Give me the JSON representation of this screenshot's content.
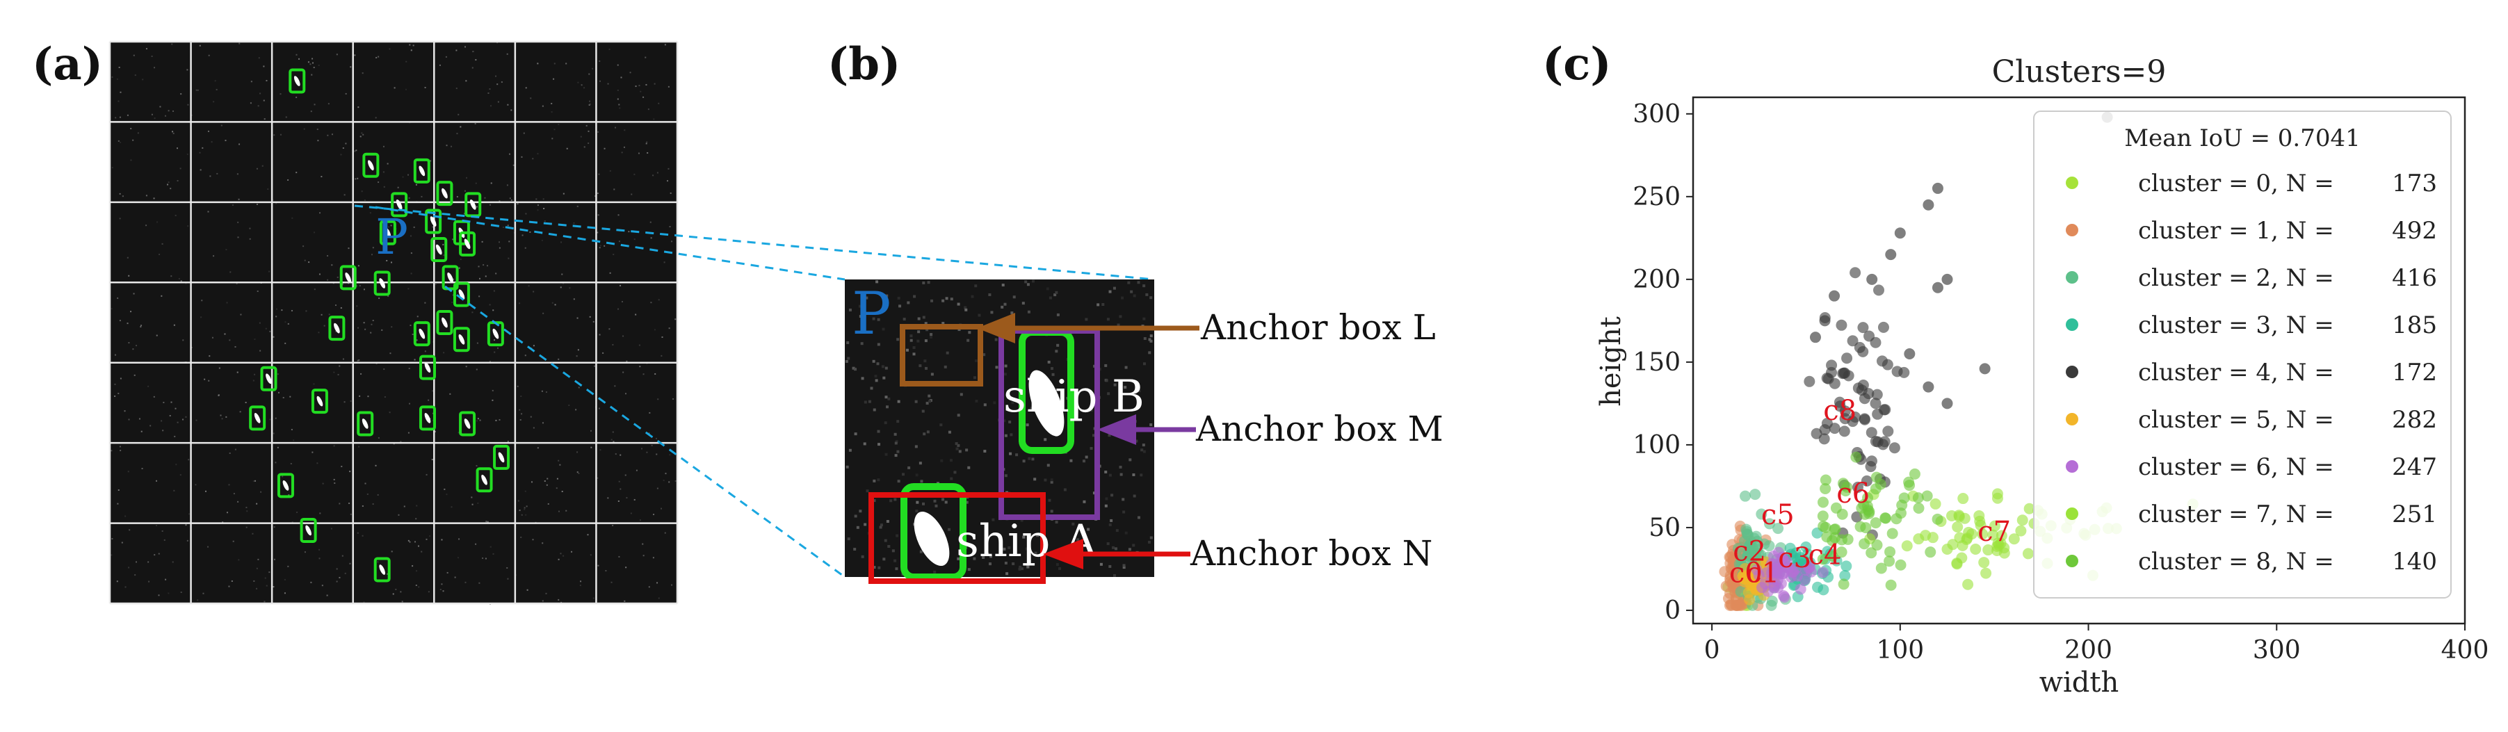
{
  "panel_labels": {
    "a": "(a)",
    "b": "(b)",
    "c": "(c)"
  },
  "panel_a": {
    "grid_rows": 7,
    "grid_cols": 7,
    "point_label": "P",
    "ship_boxes": [
      [
        0.33,
        0.07
      ],
      [
        0.46,
        0.22
      ],
      [
        0.55,
        0.23
      ],
      [
        0.59,
        0.27
      ],
      [
        0.51,
        0.29
      ],
      [
        0.64,
        0.29
      ],
      [
        0.57,
        0.32
      ],
      [
        0.62,
        0.34
      ],
      [
        0.49,
        0.34
      ],
      [
        0.63,
        0.36
      ],
      [
        0.58,
        0.37
      ],
      [
        0.42,
        0.42
      ],
      [
        0.6,
        0.42
      ],
      [
        0.48,
        0.43
      ],
      [
        0.62,
        0.45
      ],
      [
        0.4,
        0.51
      ],
      [
        0.59,
        0.5
      ],
      [
        0.55,
        0.52
      ],
      [
        0.62,
        0.53
      ],
      [
        0.68,
        0.52
      ],
      [
        0.56,
        0.58
      ],
      [
        0.28,
        0.6
      ],
      [
        0.37,
        0.64
      ],
      [
        0.26,
        0.67
      ],
      [
        0.45,
        0.68
      ],
      [
        0.56,
        0.67
      ],
      [
        0.63,
        0.68
      ],
      [
        0.31,
        0.79
      ],
      [
        0.66,
        0.78
      ],
      [
        0.69,
        0.74
      ],
      [
        0.35,
        0.87
      ],
      [
        0.48,
        0.94
      ]
    ]
  },
  "panel_b": {
    "point_label": "P",
    "ship_a_label": "ship A",
    "ship_b_label": "ship B",
    "anchor_l_label": "Anchor box L",
    "anchor_m_label": "Anchor box M",
    "anchor_n_label": "Anchor box N",
    "colors": {
      "anchor_l": "#9c5a1c",
      "anchor_m": "#7a3aa0",
      "anchor_n": "#e01010",
      "ship_box": "#22dd22",
      "dashed": "#1aa7e0"
    }
  },
  "chart_data": {
    "type": "scatter",
    "title": "Clusters=9",
    "xlabel": "width",
    "ylabel": "height",
    "xlim": [
      -10,
      400
    ],
    "ylim": [
      -8,
      310
    ],
    "xticks": [
      0,
      100,
      200,
      300,
      400
    ],
    "yticks": [
      0,
      50,
      100,
      150,
      200,
      250,
      300
    ],
    "legend_title": "Mean IoU = 0.7041",
    "legend_placement": "upper-right",
    "series": [
      {
        "name": "cluster = 0, N =",
        "count": "173",
        "color": "#a6e23a",
        "centroid_label": "c0",
        "center": [
          18,
          14
        ],
        "spread": [
          6,
          5
        ],
        "n": 50
      },
      {
        "name": "cluster = 1, N =",
        "count": "492",
        "color": "#e08a5a",
        "centroid_label": "c1",
        "center": [
          12,
          22
        ],
        "spread": [
          5,
          12
        ],
        "n": 90
      },
      {
        "name": "cluster = 2, N =",
        "count": "416",
        "color": "#5dc08a",
        "centroid_label": "c2",
        "center": [
          20,
          30
        ],
        "spread": [
          8,
          12
        ],
        "n": 80
      },
      {
        "name": "cluster = 3, N =",
        "count": "185",
        "color": "#2fbf9a",
        "centroid_label": "c3",
        "center": [
          45,
          25
        ],
        "spread": [
          10,
          8
        ],
        "n": 55
      },
      {
        "name": "cluster = 4, N =",
        "count": "172",
        "color": "#3a3a3a",
        "centroid_label": "c8",
        "center": [
          70,
          115
        ],
        "spread": [
          15,
          30
        ],
        "n": 70
      },
      {
        "name": "cluster = 5, N =",
        "count": "282",
        "color": "#f2b52a",
        "centroid_label": "c4",
        "center": [
          22,
          18
        ],
        "spread": [
          6,
          5
        ],
        "n": 55
      },
      {
        "name": "cluster = 6, N =",
        "count": "247",
        "color": "#b56ed6",
        "centroid_label": "",
        "center": [
          35,
          22
        ],
        "spread": [
          8,
          6
        ],
        "n": 50
      },
      {
        "name": "cluster = 7, N =",
        "count": "251",
        "color": "#9be23a",
        "centroid_label": "c7",
        "center": [
          130,
          45
        ],
        "spread": [
          40,
          12
        ],
        "n": 70
      },
      {
        "name": "cluster = 8, N =",
        "count": "140",
        "color": "#6ec83a",
        "centroid_label": "c6",
        "center": [
          75,
          55
        ],
        "spread": [
          20,
          15
        ],
        "n": 60
      }
    ],
    "centroid_labels": [
      {
        "text": "c8",
        "x": 68,
        "y": 115
      },
      {
        "text": "c6",
        "x": 75,
        "y": 65
      },
      {
        "text": "c5",
        "x": 35,
        "y": 52
      },
      {
        "text": "c7",
        "x": 150,
        "y": 42
      },
      {
        "text": "c2",
        "x": 20,
        "y": 30
      },
      {
        "text": "c4",
        "x": 60,
        "y": 28
      },
      {
        "text": "c3",
        "x": 44,
        "y": 26
      },
      {
        "text": "c0",
        "x": 18,
        "y": 17
      },
      {
        "text": "c1",
        "x": 27,
        "y": 17
      }
    ],
    "outliers": [
      {
        "x": 210,
        "y": 298
      },
      {
        "x": 120,
        "y": 255
      },
      {
        "x": 115,
        "y": 245
      },
      {
        "x": 100,
        "y": 228
      },
      {
        "x": 95,
        "y": 215
      },
      {
        "x": 85,
        "y": 200
      },
      {
        "x": 125,
        "y": 200
      },
      {
        "x": 120,
        "y": 195
      },
      {
        "x": 65,
        "y": 190
      },
      {
        "x": 60,
        "y": 175
      },
      {
        "x": 105,
        "y": 155
      },
      {
        "x": 145,
        "y": 146
      },
      {
        "x": 115,
        "y": 135
      },
      {
        "x": 125,
        "y": 125
      },
      {
        "x": 55,
        "y": 165
      }
    ]
  }
}
